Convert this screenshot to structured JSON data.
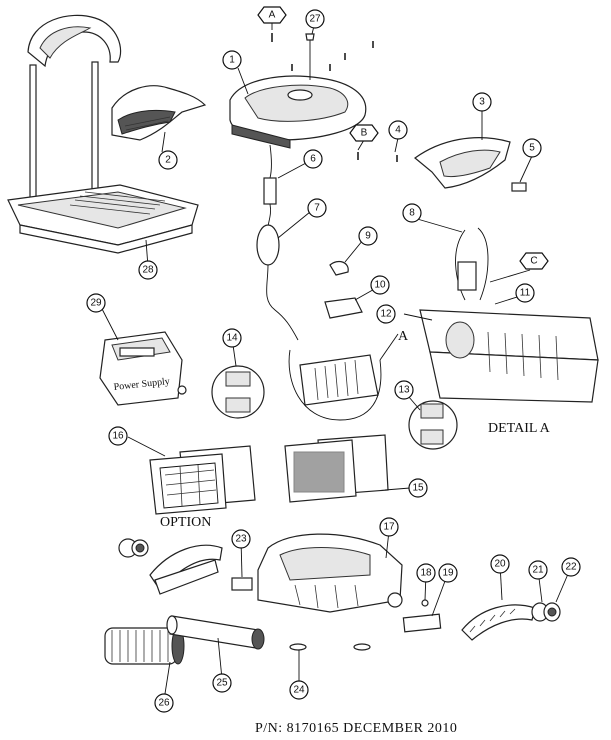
{
  "callouts": {
    "c1": "1",
    "c2": "2",
    "c3": "3",
    "c4": "4",
    "c5": "5",
    "c6": "6",
    "c7": "7",
    "c8": "8",
    "c9": "9",
    "c10": "10",
    "c11": "11",
    "c12": "12",
    "c13": "13",
    "c14": "14",
    "c15": "15",
    "c16": "16",
    "c17": "17",
    "c18": "18",
    "c19": "19",
    "c20": "20",
    "c21": "21",
    "c22": "22",
    "c23": "23",
    "c24": "24",
    "c25": "25",
    "c26": "26",
    "c27": "27",
    "c28": "28",
    "c29": "29"
  },
  "markers": {
    "a": "A",
    "b": "B",
    "c": "C"
  },
  "labels": {
    "detail_ref": "A",
    "detail_a": "DETAIL A",
    "option": "OPTION",
    "power_supply": "Power Supply",
    "part_number": "P/N: 8170165  DECEMBER 2010"
  }
}
